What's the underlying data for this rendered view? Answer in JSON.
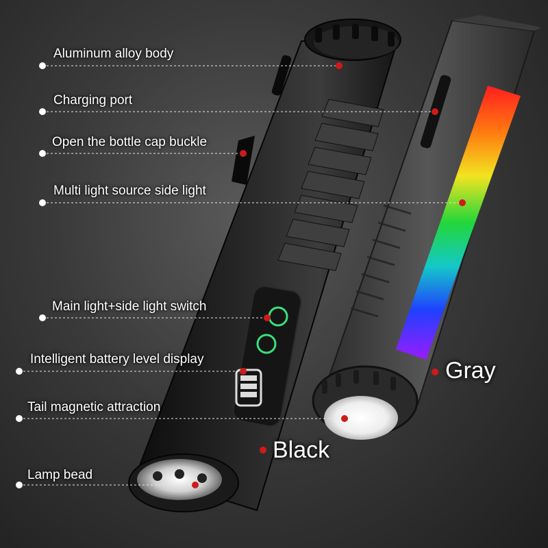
{
  "image": {
    "description_hidden": false,
    "callouts": [
      {
        "id": "aluminum",
        "text": "Aluminum alloy body"
      },
      {
        "id": "charging",
        "text": "Charging port"
      },
      {
        "id": "bottle",
        "text": "Open the bottle cap buckle"
      },
      {
        "id": "sidelight",
        "text": "Multi light source side light"
      },
      {
        "id": "switch",
        "text": "Main light+side light switch"
      },
      {
        "id": "battery",
        "text": "Intelligent battery level display"
      },
      {
        "id": "magnetic",
        "text": "Tail magnetic attraction"
      },
      {
        "id": "lampbead",
        "text": "Lamp bead"
      }
    ],
    "variants": {
      "gray": "Gray",
      "black": "Black"
    },
    "colors": {
      "marker_dot": "#d01a1a",
      "leader_line": "#e6e6e6",
      "body_black": "#1c1c1c",
      "body_gray": "#4a4a4a",
      "indicator_green": "#39e07a"
    }
  }
}
